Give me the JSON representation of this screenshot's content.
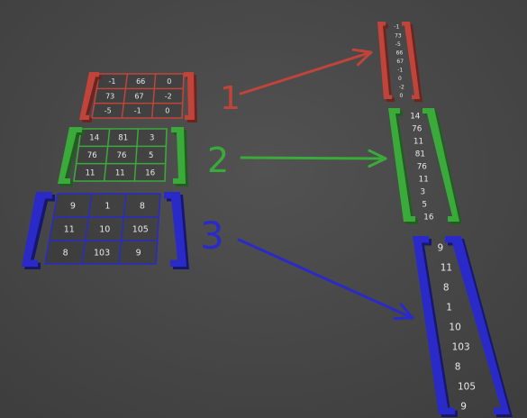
{
  "background_color": "#4a4a4a",
  "layers": [
    {
      "label": "1",
      "color": "#c0443a",
      "matrix": [
        [
          "-1",
          "66",
          "0"
        ],
        [
          "73",
          "67",
          "-2"
        ],
        [
          "-5",
          "-1",
          "0"
        ]
      ],
      "vector": [
        "-1",
        "73",
        "-5",
        "66",
        "67",
        "-1",
        "0",
        "-2",
        "0"
      ]
    },
    {
      "label": "2",
      "color": "#3aaa3a",
      "matrix": [
        [
          "14",
          "81",
          "3"
        ],
        [
          "76",
          "76",
          "5"
        ],
        [
          "11",
          "11",
          "16"
        ]
      ],
      "vector": [
        "14",
        "76",
        "11",
        "81",
        "76",
        "11",
        "3",
        "5",
        "16"
      ]
    },
    {
      "label": "3",
      "color": "#2a2ac8",
      "matrix": [
        [
          "9",
          "1",
          "8"
        ],
        [
          "11",
          "10",
          "105"
        ],
        [
          "8",
          "103",
          "9"
        ]
      ],
      "vector": [
        "9",
        "11",
        "8",
        "1",
        "10",
        "103",
        "8",
        "105",
        "9"
      ]
    }
  ]
}
